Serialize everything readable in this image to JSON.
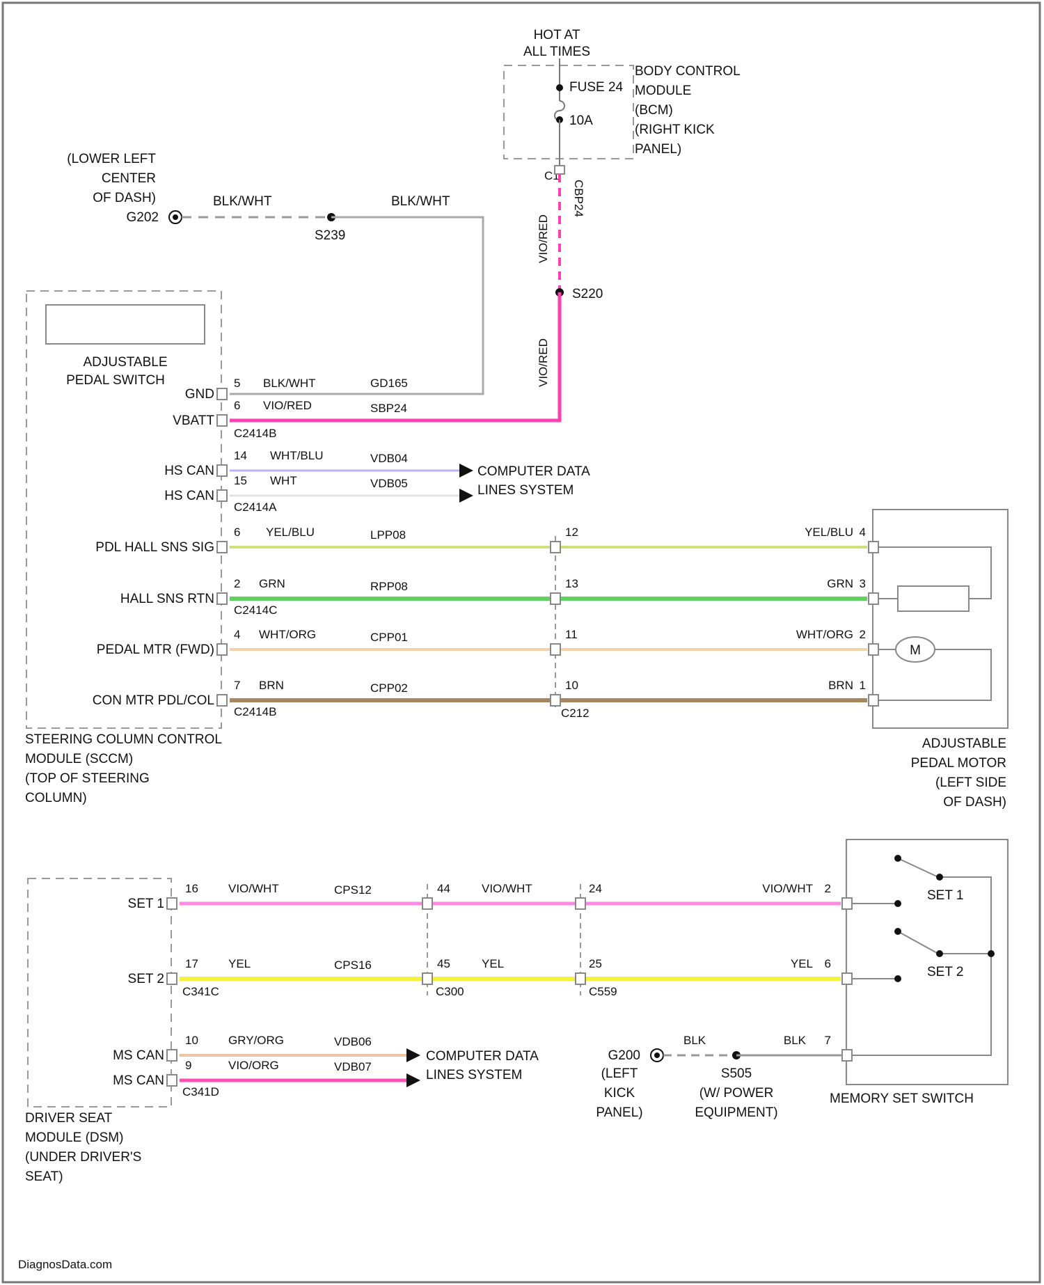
{
  "colors": {
    "vio_red": "#ff3fb4",
    "wht_blu": "#b4b4ff",
    "wht": "#e2e2e2",
    "yel_blu": "#cfe07a",
    "grn": "#5fd35f",
    "wht_org": "#f6d2a8",
    "brn": "#a7865e",
    "vio_wht": "#ff8ae6",
    "yel": "#f4f23a",
    "gry_org": "#efc4a4",
    "vio_org": "#ff4fb4",
    "blk_wht": "#9a9a9a"
  },
  "power": {
    "hot_line1": "HOT AT",
    "hot_line2": "ALL TIMES",
    "fuse_name": "FUSE 24",
    "fuse_amp": "10A",
    "bcm_lines": [
      "BODY CONTROL",
      "MODULE",
      "(BCM)",
      "(RIGHT KICK",
      "PANEL)"
    ],
    "conn": "C1",
    "circuit_vertical": "CBP24",
    "wire_color_a": "VIO/RED",
    "wire_color_b": "VIO/RED",
    "splice": "S220"
  },
  "ground_top": {
    "location": [
      "(LOWER LEFT",
      "CENTER",
      "OF DASH)"
    ],
    "ground_id": "G202",
    "wire_a": "BLK/WHT",
    "wire_b": "BLK/WHT",
    "splice": "S239"
  },
  "sccm": {
    "switch_label": [
      "ADJUSTABLE",
      "PEDAL SWITCH"
    ],
    "module_label": [
      "STEERING COLUMN CONTROL",
      "MODULE (SCCM)",
      "(TOP OF STEERING",
      "COLUMN)"
    ],
    "pins": [
      {
        "name": "GND",
        "pin": "5",
        "color": "BLK/WHT",
        "circuit": "GD165"
      },
      {
        "name": "VBATT",
        "pin": "6",
        "color": "VIO/RED",
        "circuit": "SBP24",
        "conn": "C2414B"
      },
      {
        "name": "HS CAN",
        "pin": "14",
        "color": "WHT/BLU",
        "circuit": "VDB04"
      },
      {
        "name": "HS CAN",
        "pin": "15",
        "color": "WHT",
        "circuit": "VDB05",
        "conn": "C2414A"
      },
      {
        "name": "PDL HALL SNS SIG",
        "pin": "6",
        "color": "YEL/BLU",
        "circuit": "LPP08"
      },
      {
        "name": "HALL SNS RTN",
        "pin": "2",
        "color": "GRN",
        "circuit": "RPP08",
        "conn": "C2414C"
      },
      {
        "name": "PEDAL MTR (FWD)",
        "pin": "4",
        "color": "WHT/ORG",
        "circuit": "CPP01"
      },
      {
        "name": "CON MTR PDL/COL",
        "pin": "7",
        "color": "BRN",
        "circuit": "CPP02",
        "conn": "C2414B"
      }
    ],
    "data_label": [
      "COMPUTER DATA",
      "LINES SYSTEM"
    ]
  },
  "pedal_motor": {
    "mid_pins": [
      "12",
      "13",
      "11",
      "10"
    ],
    "mid_conn": "C212",
    "right": [
      {
        "color": "YEL/BLU",
        "pin": "4"
      },
      {
        "color": "GRN",
        "pin": "3"
      },
      {
        "color": "WHT/ORG",
        "pin": "2"
      },
      {
        "color": "BRN",
        "pin": "1"
      }
    ],
    "motor_symbol": "M",
    "label": [
      "ADJUSTABLE",
      "PEDAL MOTOR",
      "(LEFT SIDE",
      "OF DASH)"
    ]
  },
  "dsm": {
    "pins": [
      {
        "name": "SET 1",
        "pin": "16",
        "color": "VIO/WHT",
        "circuit": "CPS12"
      },
      {
        "name": "SET 2",
        "pin": "17",
        "color": "YEL",
        "circuit": "CPS16",
        "conn": "C341C"
      },
      {
        "name": "MS CAN",
        "pin": "10",
        "color": "GRY/ORG",
        "circuit": "VDB06"
      },
      {
        "name": "MS CAN",
        "pin": "9",
        "color": "VIO/ORG",
        "circuit": "VDB07",
        "conn": "C341D"
      }
    ],
    "mid1": [
      {
        "pin": "44",
        "color": "VIO/WHT"
      },
      {
        "pin": "45",
        "color": "YEL",
        "conn": "C300"
      }
    ],
    "mid2": [
      {
        "pin": "24",
        "conn": ""
      },
      {
        "pin": "25",
        "conn": "C559"
      }
    ],
    "data_label": [
      "COMPUTER DATA",
      "LINES SYSTEM"
    ],
    "label": [
      "DRIVER SEAT",
      "MODULE (DSM)",
      "(UNDER DRIVER'S",
      "SEAT)"
    ]
  },
  "memory": {
    "right": [
      {
        "color": "VIO/WHT",
        "pin": "2"
      },
      {
        "color": "YEL",
        "pin": "6"
      },
      {
        "color": "BLK",
        "pin": "7"
      }
    ],
    "set1": "SET 1",
    "set2": "SET 2",
    "label": "MEMORY SET SWITCH",
    "ground_id": "G200",
    "ground_loc": [
      "(LEFT",
      "KICK",
      "PANEL)"
    ],
    "gnd_wire_a": "BLK",
    "splice": "S505",
    "splice_loc": [
      "(W/ POWER",
      "EQUIPMENT)"
    ]
  },
  "footer": "DiagnosData.com"
}
